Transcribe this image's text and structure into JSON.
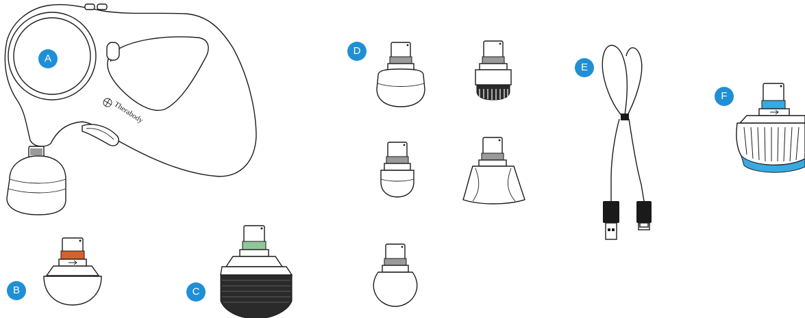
{
  "brand_text": "Therabody",
  "colors": {
    "badge": "#1f8fd6",
    "collar_standard": "#9a9a9a",
    "collar_b": "#d4622a",
    "collar_c": "#8fc79a",
    "collar_f": "#3aa9e0",
    "line": "#1a1a1a"
  },
  "labels": {
    "a": "A",
    "b": "B",
    "c": "C",
    "d": "D",
    "e": "E",
    "f": "F"
  }
}
